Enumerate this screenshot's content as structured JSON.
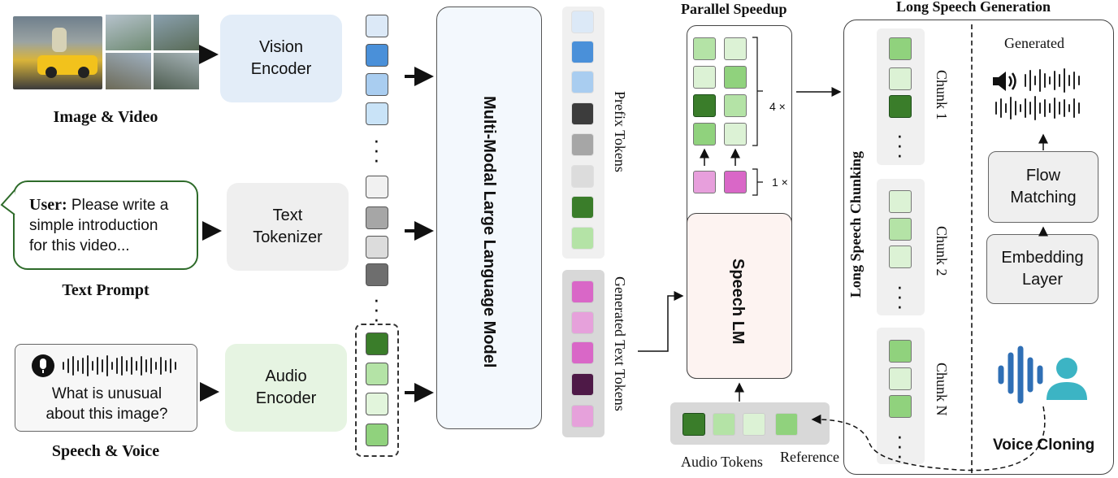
{
  "inputs": {
    "image_video": {
      "caption": "Image & Video"
    },
    "text_prompt": {
      "caption": "Text Prompt",
      "user_label": "User:",
      "message": "Please write a\nsimple introduction\nfor this video..."
    },
    "speech_voice": {
      "caption": "Speech & Voice",
      "question": "What is unusual\nabout this image?"
    }
  },
  "encoders": {
    "vision": "Vision\nEncoder",
    "text": "Text\nTokenizer",
    "audio": "Audio\nEncoder"
  },
  "llm": {
    "label": "Multi-Modal Large Language Model"
  },
  "tokens": {
    "prefix_label": "Prefix Tokens",
    "generated_label": "Generated Text Tokens",
    "prefix_colors": [
      "#dce9f7",
      "#4a90d9",
      "#a9cdf0",
      "#3c3c3c",
      "#a6a6a6",
      "#dcdcdc",
      "#3a7d2a",
      "#b4e3a6"
    ],
    "generated_colors": [
      "#d967c7",
      "#e6a1db",
      "#d967c7",
      "#4e1947",
      "#e6a1db"
    ]
  },
  "parallel_speedup": {
    "title": "Parallel Speedup",
    "mult_top": "4 ×",
    "mult_bottom": "1 ×"
  },
  "speech_lm": {
    "label": "Speech LM"
  },
  "audio_tokens": {
    "label": "Audio Tokens",
    "reference_label": "Reference"
  },
  "long_speech": {
    "title": "Long Speech Generation",
    "chunking_label": "Long Speech Chunking",
    "chunks": [
      "Chunk 1",
      "Chunk 2",
      "Chunk N"
    ],
    "generated_label": "Generated",
    "flow_matching": "Flow\nMatching",
    "embedding_layer": "Embedding\nLayer",
    "voice_cloning": "Voice Cloning"
  },
  "colors": {
    "vision_bg": "#e3edf8",
    "encoder_gray": "#efefef",
    "audio_bg": "#e6f4e2",
    "llm_bg": "#f3f8fd",
    "speech_lm_bg": "#fdf3f1",
    "prompt_border": "#2e6b2a",
    "green_dark": "#3a7d2a",
    "green_mid": "#90d27d",
    "green_light": "#b4e3a6",
    "green_pale": "#dcf2d5",
    "pink": "#e79fdc",
    "pink_dark": "#d967c7",
    "voice_blue": "#2f6fb5",
    "voice_teal": "#3cb4c4"
  },
  "icons": [
    "mic-icon",
    "waveform-icon",
    "speaker-icon",
    "voice-waveform-icon",
    "person-icon"
  ]
}
